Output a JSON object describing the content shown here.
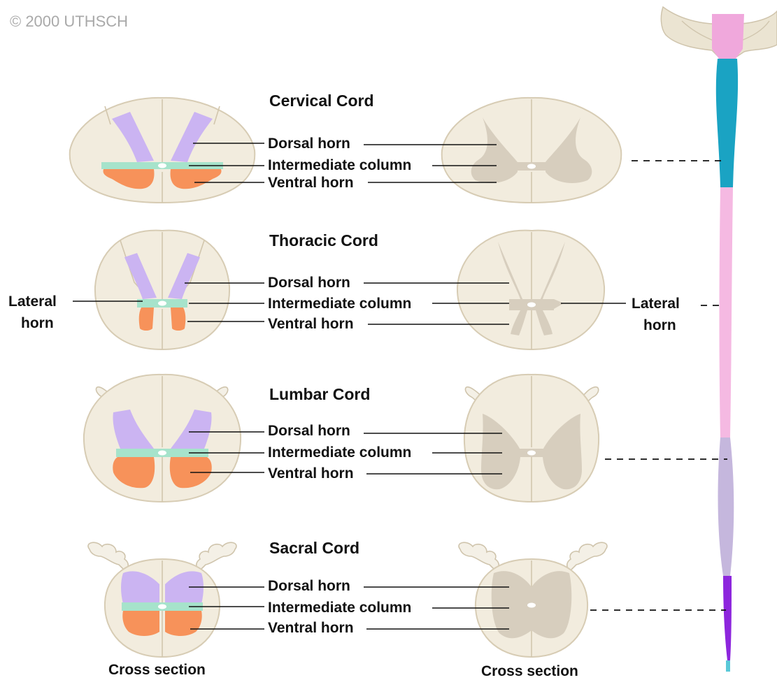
{
  "copyright": "© 2000 UTHSCH",
  "sections": [
    {
      "title": "Cervical Cord",
      "labels": [
        "Dorsal horn",
        "Intermediate column",
        "Ventral horn"
      ]
    },
    {
      "title": "Thoracic Cord",
      "labels": [
        "Dorsal horn",
        "Intermediate column",
        "Ventral horn"
      ],
      "lateral_left": [
        "Lateral",
        "horn"
      ],
      "lateral_right": [
        "Lateral",
        "horn"
      ]
    },
    {
      "title": "Lumbar Cord",
      "labels": [
        "Dorsal horn",
        "Intermediate column",
        "Ventral horn"
      ]
    },
    {
      "title": "Sacral Cord",
      "labels": [
        "Dorsal horn",
        "Intermediate column",
        "Ventral horn"
      ]
    }
  ],
  "captions": {
    "left": "Cross section",
    "right": "Cross section"
  },
  "colors": {
    "dorsal_horn": "#cbb4f2",
    "intermediate_column": "#a6e3cb",
    "ventral_horn": "#f7925a",
    "gray_matter": "#d7cebe",
    "cord_white_matter": "#f2ecde",
    "spine_brainstem": "#f0a8dc",
    "spine_cervical": "#1aa3c3",
    "spine_thoracic": "#f5b9e2",
    "spine_lumbar": "#c5b7dd",
    "spine_sacral": "#8d26dd",
    "spine_coccygeal": "#5ac9d8"
  }
}
